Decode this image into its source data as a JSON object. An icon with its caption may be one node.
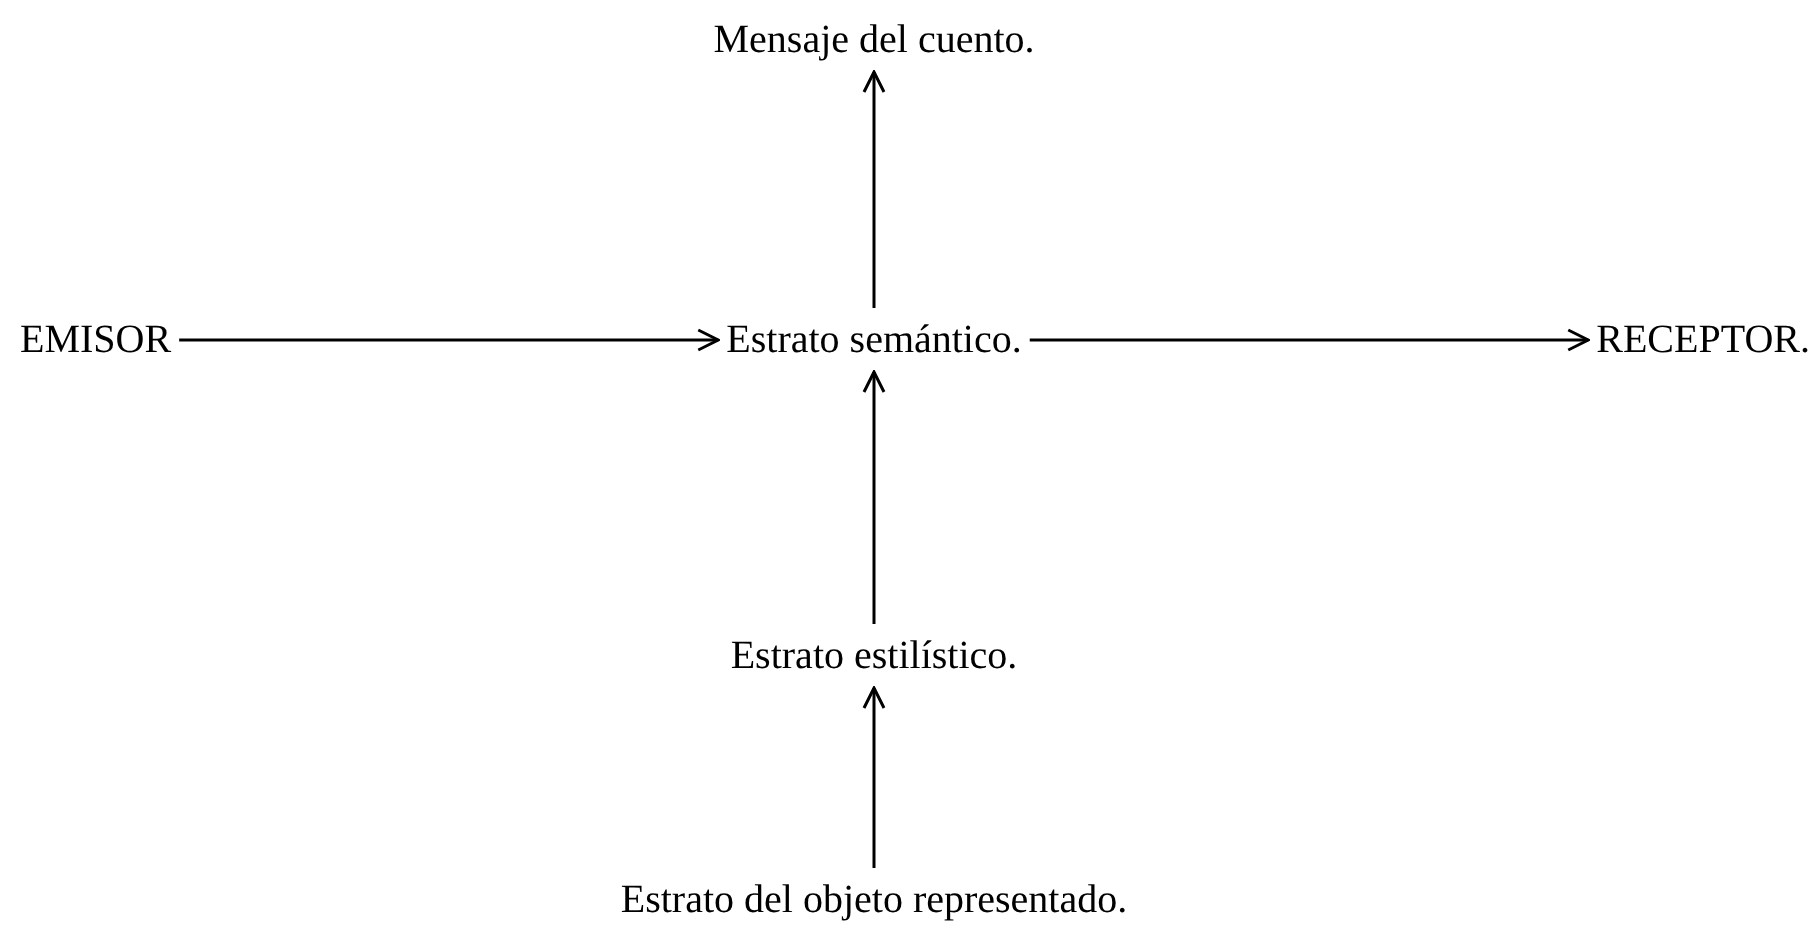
{
  "diagram": {
    "nodes": [
      {
        "text": [
          "Mensaje del cuento."
        ]
      },
      {
        "text": [
          "EMISOR"
        ]
      },
      {
        "text": [
          "Estrato semántico."
        ]
      },
      {
        "text": [
          "RECEPTOR."
        ]
      },
      {
        "text": [
          "Estrato estilístico."
        ]
      },
      {
        "text": [
          "Estrato del objeto representado."
        ]
      }
    ],
    "edges": [
      {
        "from": 1,
        "to": 2,
        "arrow": "to"
      },
      {
        "from": 2,
        "to": 3,
        "arrow": "to"
      },
      {
        "from": 2,
        "to": 0,
        "arrow": "to"
      },
      {
        "from": 4,
        "to": 2,
        "arrow": "to"
      },
      {
        "from": 5,
        "to": 4,
        "arrow": "to"
      }
    ]
  }
}
